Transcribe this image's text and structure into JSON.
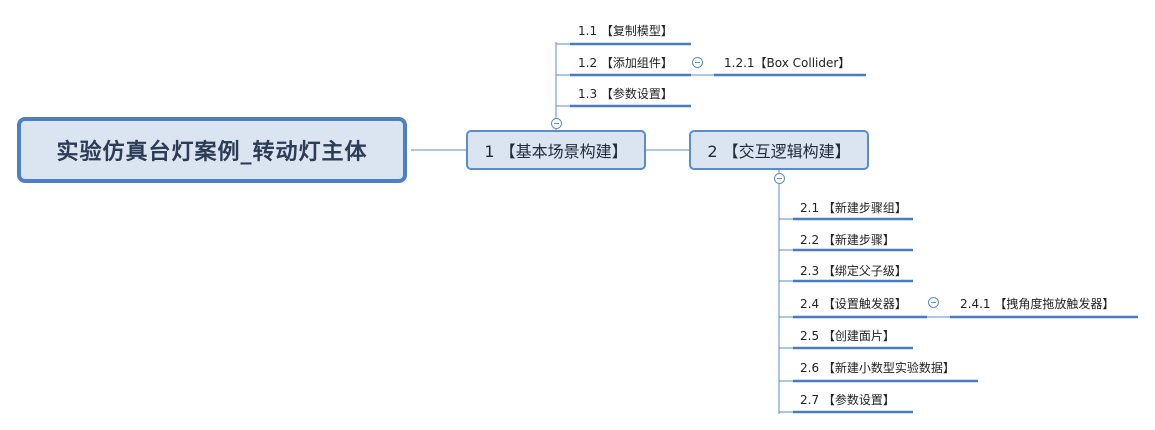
{
  "root": {
    "label": "实验仿真台灯案例_转动灯主体"
  },
  "branch1": {
    "label": "1 【基本场景构建】",
    "children": [
      {
        "label": "1.1 【复制模型】"
      },
      {
        "label": "1.2 【添加组件】",
        "child": {
          "label": "1.2.1【Box Collider】"
        }
      },
      {
        "label": "1.3 【参数设置】"
      }
    ]
  },
  "branch2": {
    "label": "2 【交互逻辑构建】",
    "children": [
      {
        "label": "2.1 【新建步骤组】"
      },
      {
        "label": "2.2 【新建步骤】"
      },
      {
        "label": "2.3 【绑定父子级】"
      },
      {
        "label": "2.4 【设置触发器】",
        "child": {
          "label": "2.4.1 【拽角度拖放触发器】"
        }
      },
      {
        "label": "2.5 【创建面片】"
      },
      {
        "label": "2.6 【新建小数型实验数据】"
      },
      {
        "label": "2.7 【参数设置】"
      }
    ]
  },
  "colors": {
    "accent": "#4d7fc4",
    "line": "#5b8ccb",
    "underline": "#4a7bbf",
    "fill": "#dbe5f2"
  }
}
